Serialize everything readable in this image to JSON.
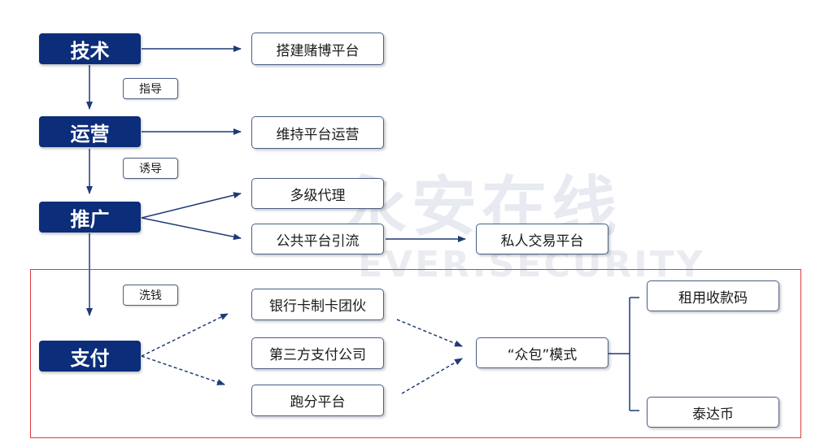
{
  "stages": {
    "tech": "技术",
    "ops": "运营",
    "promo": "推广",
    "pay": "支付"
  },
  "labels": {
    "guide": "指导",
    "induce": "诱导",
    "launder": "洗钱"
  },
  "nodes": {
    "build_platform": "搭建赌博平台",
    "maintain_ops": "维持平台运营",
    "multi_agent": "多级代理",
    "public_drain": "公共平台引流",
    "private_trade": "私人交易平台",
    "bank_card_gang": "银行卡制卡团伙",
    "third_party_pay": "第三方支付公司",
    "score_platform": "跑分平台",
    "crowdsource": "“众包”模式",
    "rent_code": "租用收款码",
    "tether": "泰达币"
  },
  "watermark": {
    "main": "永安在线",
    "sub": "EVER.SECURITY"
  },
  "colors": {
    "stage_fill": "#0b2d7a",
    "box_border": "#4a5f87",
    "line": "#1f3a78",
    "highlight": "#e03a3a"
  }
}
